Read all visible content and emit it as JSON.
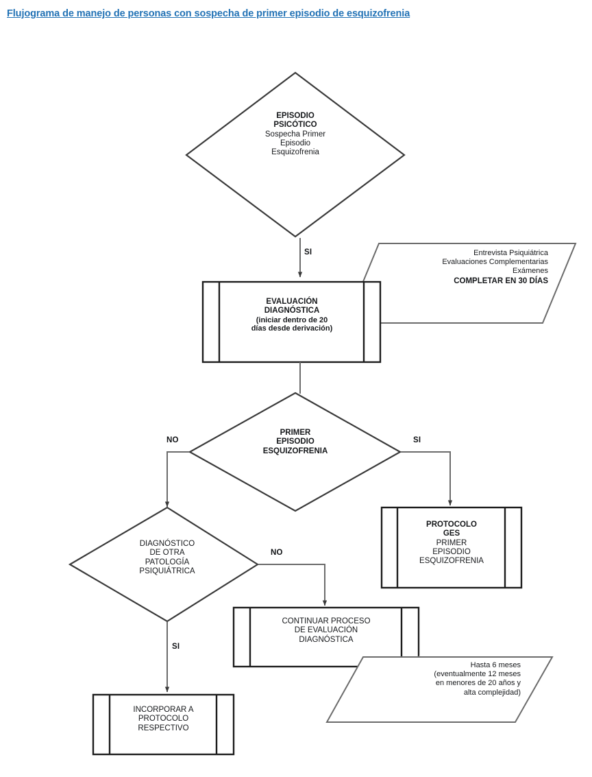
{
  "document": {
    "title": "Flujograma de manejo de personas con sospecha de primer episodio de esquizofrenia",
    "title_color": "#2272b5"
  },
  "diagram": {
    "type": "flowchart",
    "line_color": "#3a3a3a",
    "text_color": "#15171a",
    "nodes": [
      {
        "id": "episodio-psicotico",
        "shape": "decision",
        "lines": [
          {
            "text": "EPISODIO",
            "bold": true
          },
          {
            "text": "PSICÓTICO",
            "bold": true
          },
          {
            "text": "Sospecha Primer",
            "bold": false
          },
          {
            "text": "Episodio",
            "bold": false
          },
          {
            "text": "Esquizofrenia",
            "bold": false
          }
        ]
      },
      {
        "id": "evaluacion-diagnostica",
        "shape": "predefined-process",
        "lines": [
          {
            "text": "EVALUACIÓN",
            "bold": true
          },
          {
            "text": "DIAGNÓSTICA",
            "bold": true
          },
          {
            "text": "(iniciar dentro de 20",
            "bold": true
          },
          {
            "text": "días desde derivación)",
            "bold": true
          }
        ]
      },
      {
        "id": "nota-examenes",
        "shape": "parallelogram-note",
        "lines": [
          {
            "text": "Entrevista Psiquiátrica",
            "bold": false
          },
          {
            "text": "Evaluaciones Complementarias",
            "bold": false
          },
          {
            "text": "Exámenes",
            "bold": false
          },
          {
            "text": "COMPLETAR EN 30 DÍAS",
            "bold": true
          }
        ]
      },
      {
        "id": "primer-episodio-esquizofrenia",
        "shape": "decision",
        "lines": [
          {
            "text": "PRIMER",
            "bold": true
          },
          {
            "text": "EPISODIO",
            "bold": true
          },
          {
            "text": "ESQUIZOFRENIA",
            "bold": true
          }
        ]
      },
      {
        "id": "protocolo-ges",
        "shape": "predefined-process",
        "lines": [
          {
            "text": "PROTOCOLO",
            "bold": true
          },
          {
            "text": "GES",
            "bold": true
          },
          {
            "text": "PRIMER",
            "bold": false
          },
          {
            "text": "EPISODIO",
            "bold": false
          },
          {
            "text": "ESQUIZOFRENIA",
            "bold": false
          }
        ]
      },
      {
        "id": "diagnostico-otra-patologia",
        "shape": "decision",
        "lines": [
          {
            "text": "DIAGNÓSTICO",
            "bold": false
          },
          {
            "text": "DE OTRA",
            "bold": false
          },
          {
            "text": "PATOLOGÍA",
            "bold": false
          },
          {
            "text": "PSIQUIÁTRICA",
            "bold": false
          }
        ]
      },
      {
        "id": "continuar-proceso",
        "shape": "predefined-process",
        "lines": [
          {
            "text": "CONTINUAR PROCESO",
            "bold": false
          },
          {
            "text": "DE EVALUACIÓN",
            "bold": false
          },
          {
            "text": "DIAGNÓSTICA",
            "bold": false
          }
        ]
      },
      {
        "id": "nota-duracion",
        "shape": "parallelogram-note",
        "lines": [
          {
            "text": "Hasta 6 meses",
            "bold": false
          },
          {
            "text": "(eventualmente 12 meses",
            "bold": false
          },
          {
            "text": "en menores de 20 años y",
            "bold": false
          },
          {
            "text": "alta complejidad)",
            "bold": false
          }
        ]
      },
      {
        "id": "incorporar-protocolo",
        "shape": "predefined-process",
        "lines": [
          {
            "text": "INCORPORAR A",
            "bold": false
          },
          {
            "text": "PROTOCOLO",
            "bold": false
          },
          {
            "text": "RESPECTIVO",
            "bold": false
          }
        ]
      }
    ],
    "edges": [
      {
        "id": "edge-psicotico-evaluacion",
        "from": "episodio-psicotico",
        "to": "evaluacion-diagnostica",
        "label": "SI"
      },
      {
        "id": "edge-evaluacion-primer",
        "from": "evaluacion-diagnostica",
        "to": "primer-episodio-esquizofrenia",
        "label": ""
      },
      {
        "id": "edge-primer-si",
        "from": "primer-episodio-esquizofrenia",
        "to": "protocolo-ges",
        "label": "SI"
      },
      {
        "id": "edge-primer-no",
        "from": "primer-episodio-esquizofrenia",
        "to": "diagnostico-otra-patologia",
        "label": "NO"
      },
      {
        "id": "edge-otra-no",
        "from": "diagnostico-otra-patologia",
        "to": "continuar-proceso",
        "label": "NO"
      },
      {
        "id": "edge-otra-si",
        "from": "diagnostico-otra-patologia",
        "to": "incorporar-protocolo",
        "label": "SI"
      },
      {
        "id": "edge-nota-examenes",
        "from": "nota-examenes",
        "to": "evaluacion-diagnostica",
        "label": ""
      },
      {
        "id": "edge-nota-duracion",
        "from": "nota-duracion",
        "to": "continuar-proceso",
        "label": ""
      }
    ],
    "edge_labels": {
      "psicotico_si": "SI",
      "primer_si": "SI",
      "primer_no": "NO",
      "otra_no": "NO",
      "otra_si": "SI"
    }
  }
}
